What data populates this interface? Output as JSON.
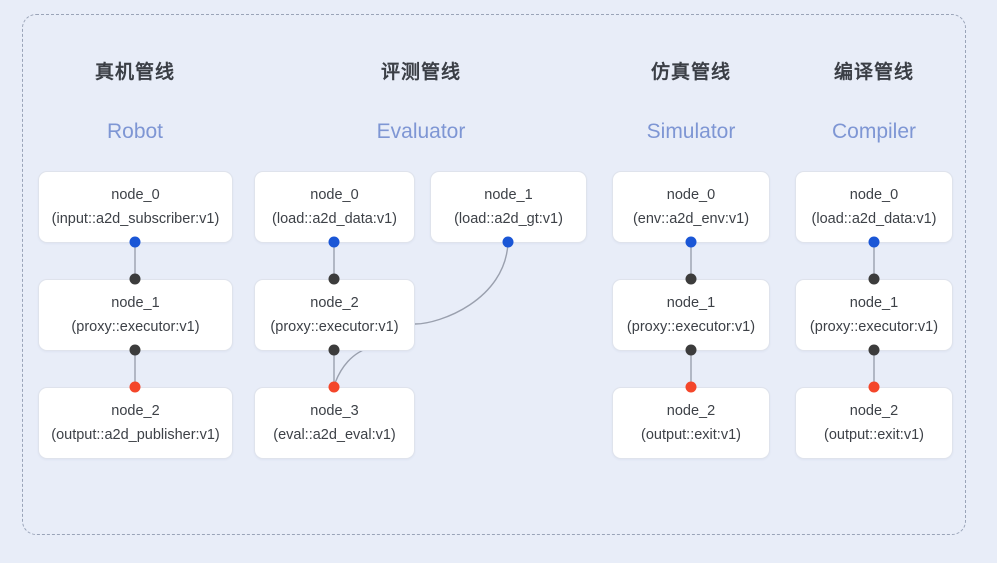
{
  "canvas": {
    "background_color": "#e8edf8",
    "frame_border_color": "#9aa4b8",
    "frame_style": "dashed-rounded"
  },
  "palette": {
    "column_title_cn_color": "#3b3f46",
    "column_title_en_color": "#7e96d4",
    "node_fill": "#ffffff",
    "node_border": "#dfe3ec",
    "node_text": "#3d4147",
    "port_blue": "#1a56d6",
    "port_black": "#3c3c3c",
    "port_red": "#f4462a",
    "edge_color": "#9aa0ae"
  },
  "columns": [
    {
      "title_cn": "真机管线",
      "title_en": "Robot",
      "nodes": [
        {
          "name": "node_0",
          "type": "(input::a2d_subscriber:v1)"
        },
        {
          "name": "node_1",
          "type": "(proxy::executor:v1)"
        },
        {
          "name": "node_2",
          "type": "(output::a2d_publisher:v1)"
        }
      ]
    },
    {
      "title_cn": "评测管线",
      "title_en": "Evaluator",
      "nodes": [
        {
          "name": "node_0",
          "type": "(load::a2d_data:v1)"
        },
        {
          "name": "node_1",
          "type": "(load::a2d_gt:v1)"
        },
        {
          "name": "node_2",
          "type": "(proxy::executor:v1)"
        },
        {
          "name": "node_3",
          "type": "(eval::a2d_eval:v1)"
        }
      ]
    },
    {
      "title_cn": "仿真管线",
      "title_en": "Simulator",
      "nodes": [
        {
          "name": "node_0",
          "type": "(env::a2d_env:v1)"
        },
        {
          "name": "node_1",
          "type": "(proxy::executor:v1)"
        },
        {
          "name": "node_2",
          "type": "(output::exit:v1)"
        }
      ]
    },
    {
      "title_cn": "编译管线",
      "title_en": "Compiler",
      "nodes": [
        {
          "name": "node_0",
          "type": "(load::a2d_data:v1)"
        },
        {
          "name": "node_1",
          "type": "(proxy::executor:v1)"
        },
        {
          "name": "node_2",
          "type": "(output::exit:v1)"
        }
      ]
    }
  ]
}
